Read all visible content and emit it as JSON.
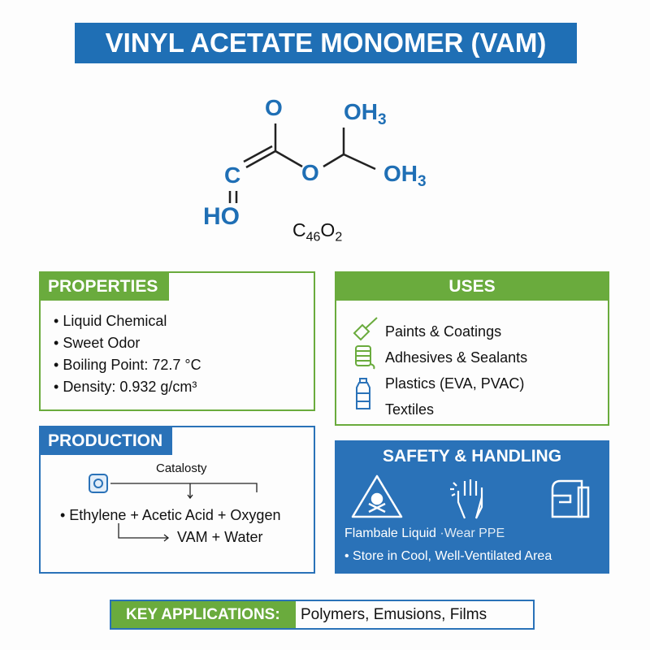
{
  "title": "VINYL ACETATE MONOMER (VAM)",
  "structure": {
    "atoms": {
      "o_top": "O",
      "oh3_top": "OH",
      "oh3_bottom": "OH",
      "o_mid": "O",
      "c_left": "C",
      "ho": "HO",
      "sub3": "3"
    },
    "formula": {
      "c": "C",
      "c_sub": "46",
      "o": "O",
      "o_sub": "2"
    }
  },
  "properties": {
    "header": "PROPERTIES",
    "items": [
      "Liquid Chemical",
      "Sweet Odor",
      "Boiling Point: 72.7 °C",
      "Density: 0.932 g/cm³"
    ]
  },
  "uses": {
    "header": "USES",
    "items": [
      {
        "icon": "paintbrush-icon",
        "label": "Paints & Coatings"
      },
      {
        "icon": "spool-icon",
        "label": "Adhesives & Sealants"
      },
      {
        "icon": "bottle-icon",
        "label": "Plastics (EVA, PVAC)"
      },
      {
        "icon": "",
        "label": "Textiles"
      }
    ]
  },
  "production": {
    "header": "PRODUCTION",
    "catalyst": "Catalosty",
    "reactants": "• Ethylene + Acetic Acid + Oxygen",
    "products": "VAM + Water"
  },
  "safety": {
    "header": "SAFETY & HANDLING",
    "line1a": "Flambale Liquid",
    "line1b": "·Wear PPE",
    "line2": "• Store in Cool, Well-Ventilated Area"
  },
  "key_applications": {
    "label": "KEY APPLICATIONS:",
    "value": "Polymers, Emusions, Films"
  },
  "colors": {
    "blue": "#1f6fb5",
    "green": "#6aab3d"
  }
}
